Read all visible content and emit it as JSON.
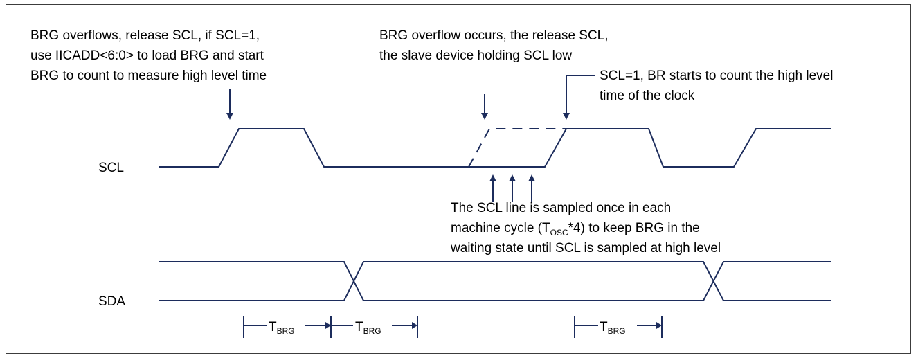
{
  "signals": {
    "scl": "SCL",
    "sda": "SDA"
  },
  "annotations": {
    "brg_overflow_release": [
      "BRG overflows, release SCL, if SCL=1,",
      "use IICADD<6:0> to load BRG and start",
      "BRG to count to measure high level time"
    ],
    "brg_overflow_slave": [
      "BRG overflow occurs, the release SCL,",
      "the slave device holding SCL low"
    ],
    "scl_high_count": [
      "SCL=1, BR starts to count the high level",
      "time of the clock"
    ],
    "sampling_line1": "The SCL line is sampled once in each",
    "sampling_line2_pre": "machine cycle (T",
    "sampling_line2_sub": "OSC",
    "sampling_line2_post": "*4) to keep BRG in the",
    "sampling_line3": "waiting state until SCL is sampled at high level"
  },
  "timing": {
    "t_main": "T",
    "t_sub": "BRG"
  },
  "colors": {
    "wave": "#1c2c5c",
    "border": "#3c3c3c",
    "text": "#000000"
  }
}
